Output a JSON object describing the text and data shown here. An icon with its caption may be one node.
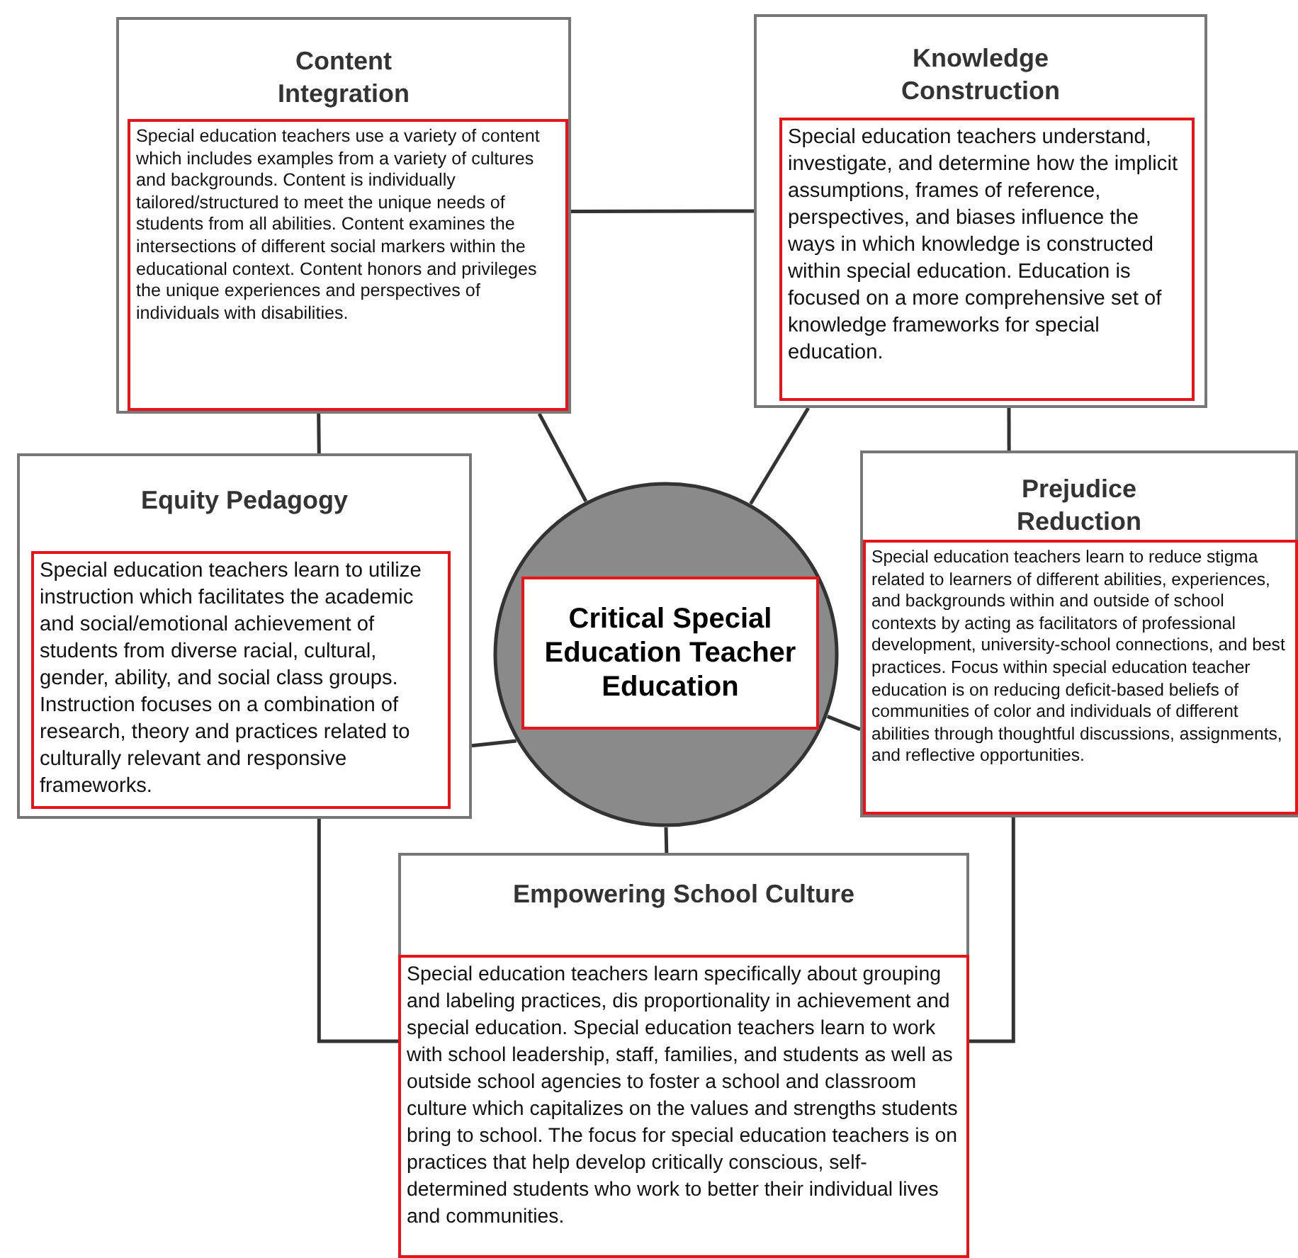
{
  "diagram": {
    "nodes": [
      {
        "text": [
          "Content Integration",
          "Special education teachers use a variety of content which includes examples from a variety of cultures and backgrounds.  Content is individually tailored/structured to meet the unique needs of students from all abilities. Content examines the intersections of different social markers within the educational context. Content honors and privileges the unique experiences and perspectives of individuals with disabilities."
        ]
      },
      {
        "text": [
          "Knowledge Construction",
          "Special education teachers understand, investigate, and determine how the implicit assumptions, frames of reference, perspectives, and biases influence the ways in which knowledge is constructed within special education.  Education is focused on a more comprehensive set of knowledge frameworks for special education."
        ]
      },
      {
        "text": [
          "Equity Pedagogy",
          "Special education teachers learn to utilize instruction which facilitates the academic and social/emotional achievement of students from diverse racial, cultural, gender, ability, and social class groups.  Instruction focuses on a combination of research, theory and practices related to culturally relevant and responsive frameworks."
        ]
      },
      {
        "text": [
          "Critical Special Education Teacher Education"
        ]
      },
      {
        "text": [
          "Prejudice Reduction",
          "Special education teachers learn to reduce stigma related to learners of different abilities, experiences, and backgrounds within and outside of school contexts by acting as facilitators of professional development, university-school connections, and best practices.  Focus within special education teacher education is on reducing deficit-based beliefs of communities of color and individuals of different abilities through thoughtful discussions, assignments, and reflective opportunities."
        ]
      },
      {
        "text": [
          "Empowering School Culture",
          "Special education teachers learn specifically about grouping and labeling practices, dis proportionality in achievement and special education.   Special education teachers learn to work with school leadership, staff, families, and students as well as outside school agencies to foster a school and classroom culture which capitalizes on the values and strengths students bring to school.  The focus for special education teachers is on practices that help develop critically conscious, self-determined students who work to better their individual lives and communities."
        ]
      }
    ],
    "edges": [
      {
        "from": 0,
        "to": 1,
        "arrow": "none"
      },
      {
        "from": 0,
        "to": 2,
        "arrow": "none"
      },
      {
        "from": 1,
        "to": 4,
        "arrow": "none"
      },
      {
        "from": 3,
        "to": 0,
        "arrow": "none"
      },
      {
        "from": 3,
        "to": 1,
        "arrow": "none"
      },
      {
        "from": 3,
        "to": 2,
        "arrow": "none"
      },
      {
        "from": 3,
        "to": 4,
        "arrow": "none"
      },
      {
        "from": 3,
        "to": 5,
        "arrow": "none"
      },
      {
        "from": 2,
        "to": 5,
        "arrow": "none"
      },
      {
        "from": 4,
        "to": 5,
        "arrow": "none"
      }
    ]
  }
}
